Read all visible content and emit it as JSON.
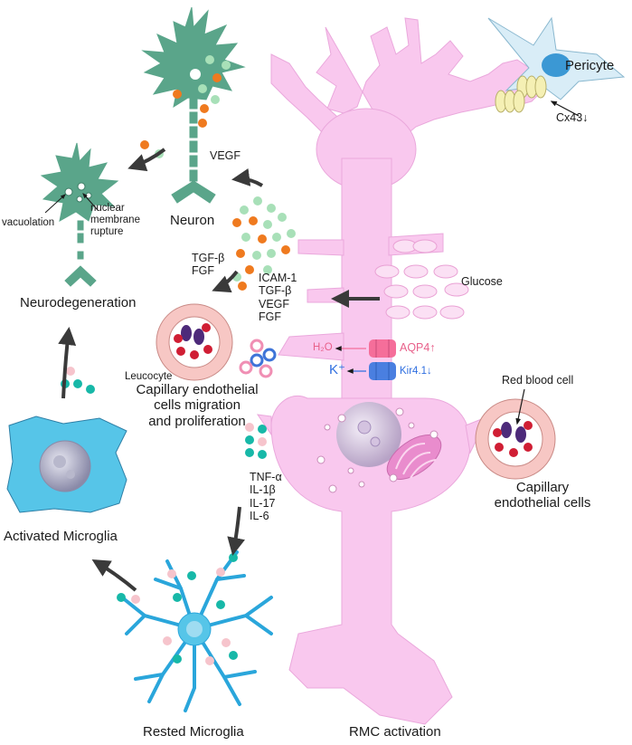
{
  "labels": {
    "pericyte": "Pericyte",
    "cx43": "Cx43↓",
    "neuron": "Neuron",
    "vegf_neuron": "VEGF",
    "vacuolation": "vacuolation",
    "nuclear": "nuclear",
    "membrane": "membrane",
    "rupture": "rupture",
    "neurodegeneration": "Neurodegeneration",
    "tgf_beta": "TGF-β",
    "fgf": "FGF",
    "icam1": "ICAM-1",
    "tgf_beta2": "TGF-β",
    "vegf2": "VEGF",
    "fgf2": "FGF",
    "glucose": "Glucose",
    "h2o": "H₂O",
    "aqp4": "AQP4↑",
    "k_plus": "K⁺",
    "kir41": "Kir4.1↓",
    "leucocyte": "Leucocyte",
    "capillary_migration_1": "Capillary endothelial",
    "capillary_migration_2": "cells migration",
    "capillary_migration_3": "and proliferation",
    "red_blood_cell": "Red blood cell",
    "capillary_cells_1": "Capillary",
    "capillary_cells_2": "endothelial cells",
    "tnf_alpha": "TNF-α",
    "il1b": "IL-1β",
    "il17": "IL-17",
    "il6": "IL-6",
    "activated_microglia": "Activated Microglia",
    "rested_microglia": "Rested Microglia",
    "rmc_activation": "RMC activation"
  },
  "colors": {
    "muller_cell": "#f9c8ee",
    "neuron": "#5aa58a",
    "orange_dot": "#ef7a1f",
    "green_dot": "#a8e0b8",
    "teal_dot": "#17b8a8",
    "pink_dot": "#f6c4cc",
    "activated_microglia": "#56c5e8",
    "rested_microglia": "#2aa6db",
    "pericyte": "#d9edf7",
    "aqp4_channel": "#f56e9a",
    "kir_channel": "#4a7fe0",
    "arrow": "#3a3a3a"
  }
}
